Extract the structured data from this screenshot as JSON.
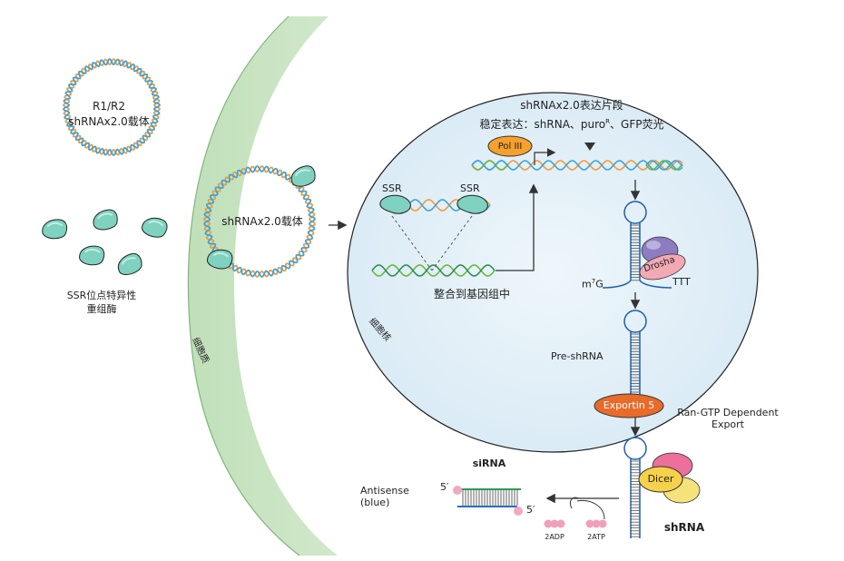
{
  "labels": {
    "plasmid_top": [
      "R1/R2",
      "shRNAx2.0载体"
    ],
    "plasmid_cell": "shRNAx2.0载体",
    "recombinase": [
      "SSR位点特异性",
      "重组酶"
    ],
    "cytoplasm": "细胞质",
    "nucleus": "细胞核",
    "fragment_title": "shRNAx2.0表达片段",
    "stable_expr_prefix": "稳定表达：shRNA、puro",
    "stable_expr_sup": "R",
    "stable_expr_suffix": "、GFP荧光",
    "pol3": "Pol III",
    "ssr_left": "SSR",
    "ssr_right": "SSR",
    "integration": "整合到基因组中",
    "drosha": "Drosha",
    "m7g_prefix": "m",
    "m7g_sup": "7",
    "m7g_suffix": "G",
    "ttt": "TTT",
    "pre_shrna": "Pre-shRNA",
    "exportin": "Exportin 5",
    "ran_gtp": [
      "Ran-GTP Dependent",
      "Export"
    ],
    "dicer": "Dicer",
    "shrna": "shRNA",
    "sirna": "siRNA",
    "antisense": [
      "Antisense",
      "(blue)"
    ],
    "five_prime_top": "5′",
    "five_prime_bottom": "5′",
    "adp": "2ADP",
    "atp": "2ATP"
  },
  "colors": {
    "dna_orange": "#f39a3a",
    "dna_blue": "#3fa3d6",
    "dna_green": "#69b93c",
    "enzyme_teal": "#7fd1c0",
    "nucleus_fill": "#e3f0f8",
    "cytoplasm_green": "#cfe6c8",
    "pol3_orange": "#f6a12d",
    "exportin_orange": "#e86b2a",
    "dicer_yellow": "#f6d24a",
    "drosha_pink": "#f2a9b3",
    "drosha_purple": "#8d7cc0"
  }
}
